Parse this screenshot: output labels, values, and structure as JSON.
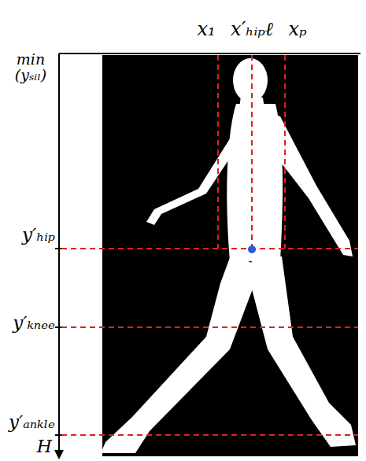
{
  "diagram": {
    "labels": [
      "x₁",
      "x′ₕᵢₚℓ",
      "xₚ",
      "min (yₛᵢₗ)",
      "y′ₕᵢₚ",
      "y′ₖₙₑₑ",
      "y′ₐₙₖₗₑ",
      "H"
    ]
  }
}
